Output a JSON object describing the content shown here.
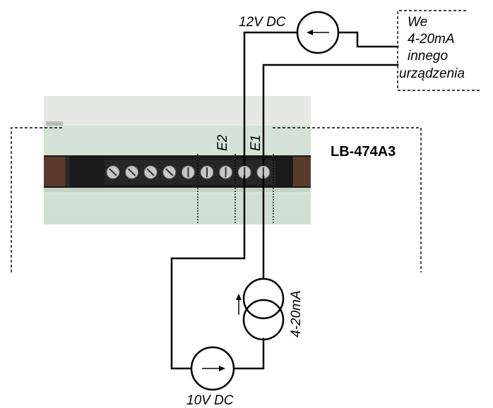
{
  "top_source": {
    "label": "12V DC",
    "icon": "arrow-left-icon"
  },
  "external_device": {
    "lines": [
      "We",
      "4-20mA",
      "innego",
      "urządzenia"
    ]
  },
  "device": {
    "name": "LB-474A3",
    "terminal_count": 9,
    "inputs": [
      {
        "label": "E2"
      },
      {
        "label": "E1"
      }
    ]
  },
  "transmitter": {
    "label": "4-20mA",
    "icon": "arrow-up-icon"
  },
  "bottom_source": {
    "label": "10V DC",
    "icon": "arrow-right-icon"
  },
  "colors": {
    "module_body": "#d4e3d6",
    "module_top": "#e6e8e6",
    "terminal_strip": "#1a1a1a",
    "screw": "#c8c8c8",
    "wire": "#000000"
  }
}
